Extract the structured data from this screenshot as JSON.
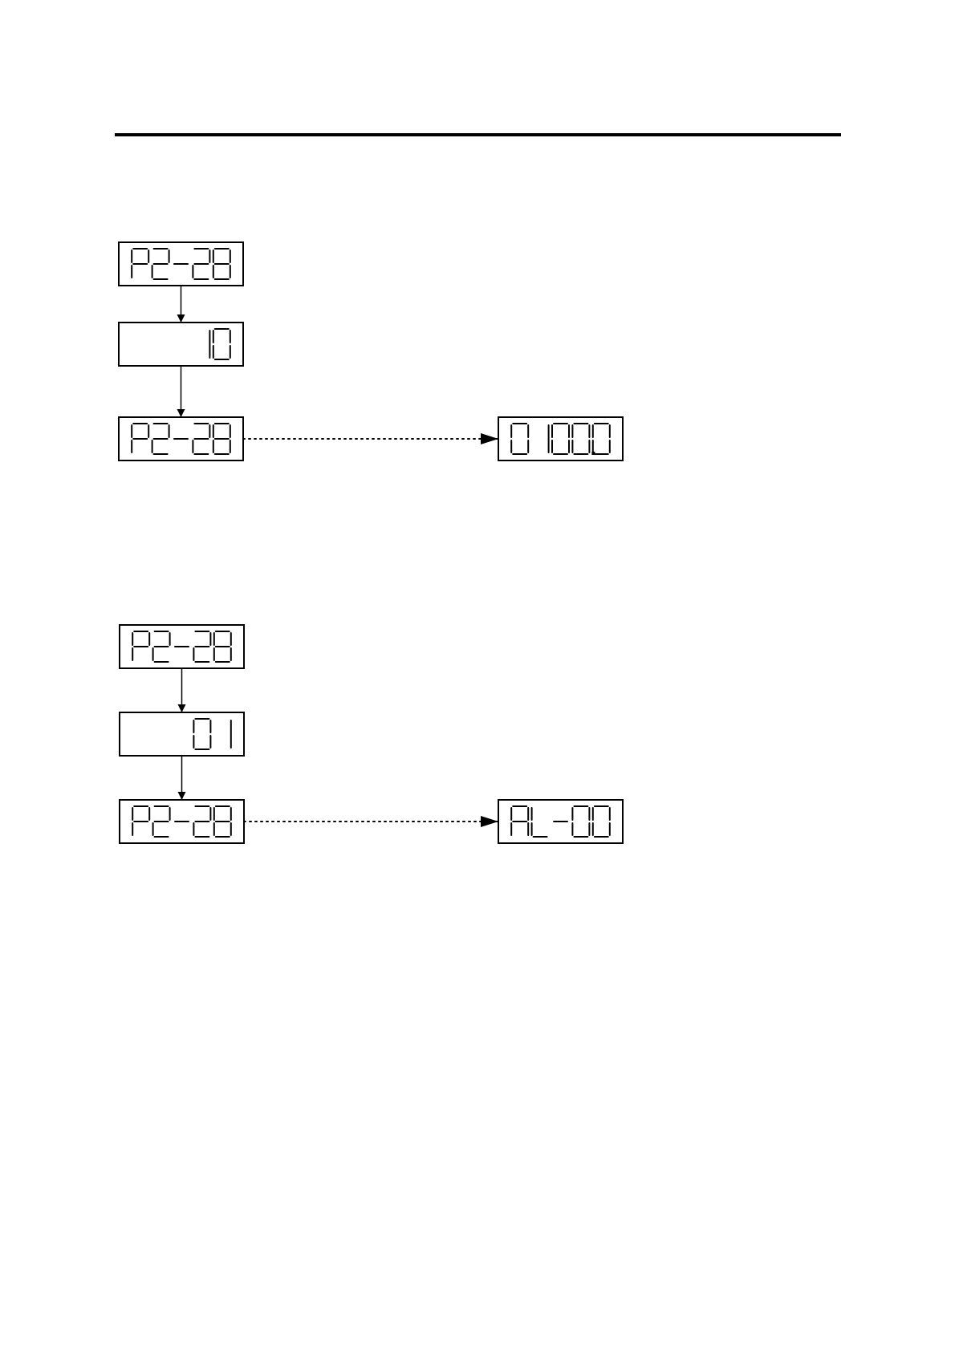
{
  "diagrams": [
    {
      "steps": [
        "P2-28",
        "10",
        "P2-28"
      ],
      "result": "0100.0"
    },
    {
      "steps": [
        "P2-28",
        "01",
        "P2-28"
      ],
      "result": "AL-00"
    }
  ]
}
